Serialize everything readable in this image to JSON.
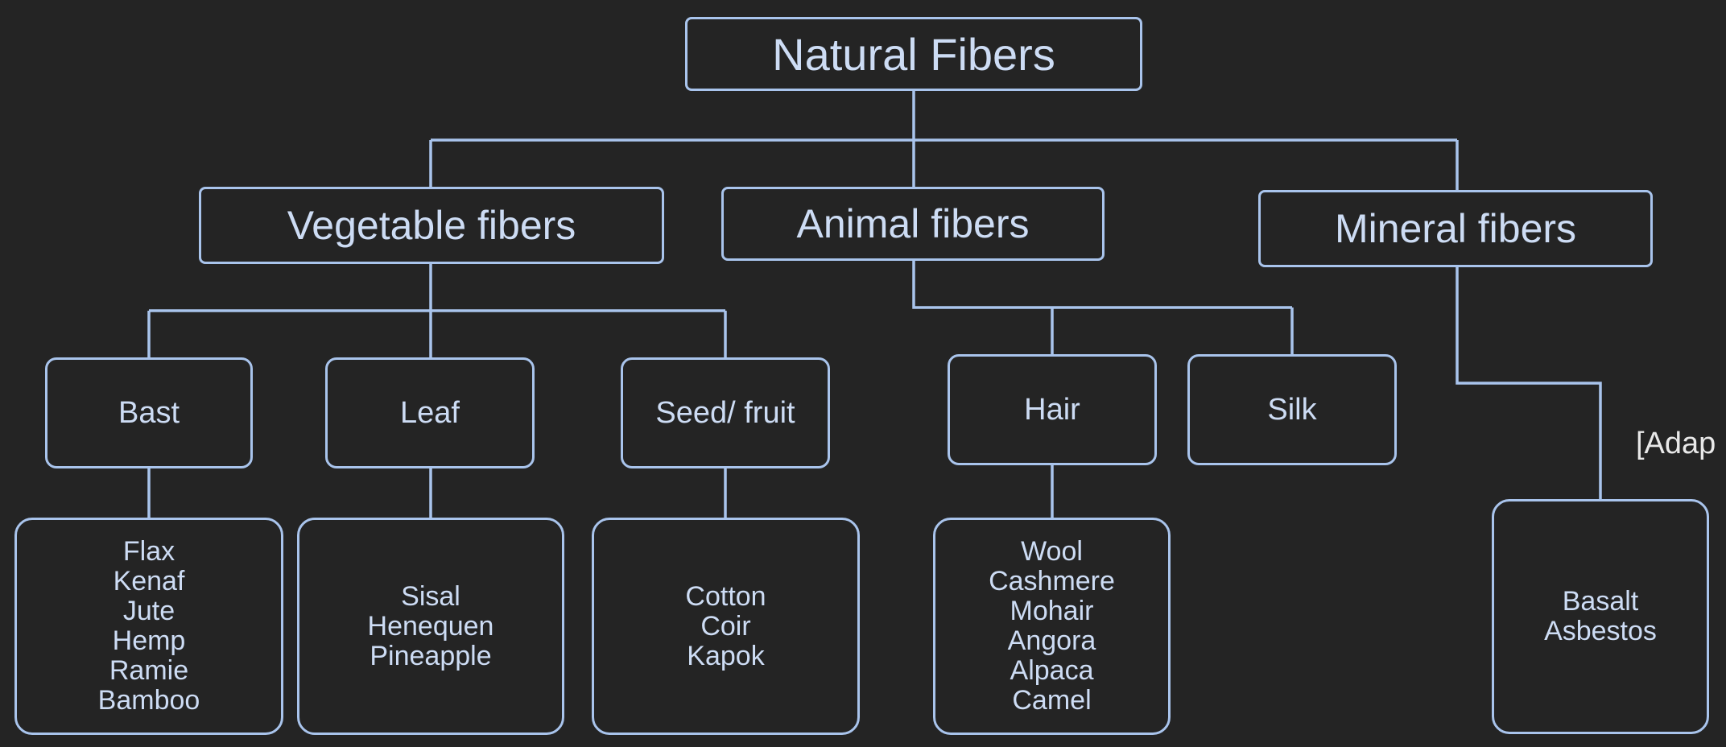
{
  "diagram": {
    "root": {
      "label": "Natural Fibers"
    },
    "categories": [
      {
        "label": "Vegetable fibers",
        "subcategories": [
          {
            "label": "Bast",
            "examples": [
              "Flax",
              "Kenaf",
              "Jute",
              "Hemp",
              "Ramie",
              "Bamboo"
            ]
          },
          {
            "label": "Leaf",
            "examples": [
              "Sisal",
              "Henequen",
              "Pineapple"
            ]
          },
          {
            "label": "Seed/ fruit",
            "examples": [
              "Cotton",
              "Coir",
              "Kapok"
            ]
          }
        ]
      },
      {
        "label": "Animal fibers",
        "subcategories": [
          {
            "label": "Hair",
            "examples": [
              "Wool",
              "Cashmere",
              "Mohair",
              "Angora",
              "Alpaca",
              "Camel"
            ]
          },
          {
            "label": "Silk",
            "examples": []
          }
        ]
      },
      {
        "label": "Mineral fibers",
        "examples": [
          "Basalt",
          "Asbestos"
        ]
      }
    ],
    "citation_text": "[Adap"
  },
  "colors": {
    "background": "#242424",
    "line": "#a9c4ec",
    "node_text": "#cddcf4",
    "citation_text": "#e8e8e8"
  }
}
